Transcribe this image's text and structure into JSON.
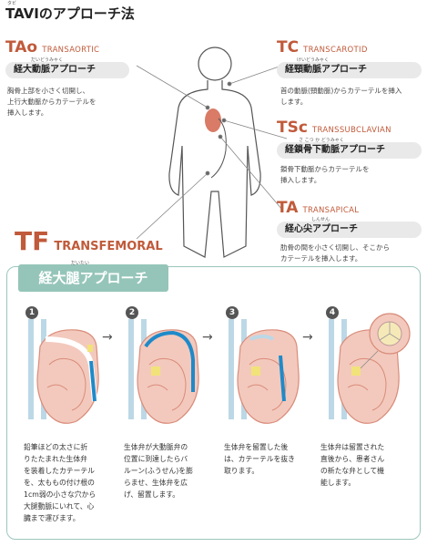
{
  "title": "TAVIのアプローチ法",
  "title_ruby": "タビ",
  "approaches": {
    "tao": {
      "code": "TAo",
      "sub": "TRANSAORTIC",
      "name": "経大動脈アプローチ",
      "ruby": "だいどうみゃく",
      "desc": [
        "胸骨上部を小さく切開し、",
        "上行大動脈からカテーテルを",
        "挿入します。"
      ]
    },
    "tc": {
      "code": "TC",
      "sub": "TRANSCAROTID",
      "name": "経頸動脈アプローチ",
      "ruby": "けいどうみゃく",
      "desc": [
        "首の動脈(頸動脈)からカテーテルを挿入",
        "します。"
      ]
    },
    "tsc": {
      "code": "TSc",
      "sub": "TRANSSUBCLAVIAN",
      "name": "経鎖骨下動脈アプローチ",
      "ruby": "さ こつ か どうみゃく",
      "desc": [
        "鎖骨下動脈からカテーテルを",
        "挿入します。"
      ]
    },
    "ta": {
      "code": "TA",
      "sub": "TRANSAPICAL",
      "name": "経心尖アプローチ",
      "ruby": "しんせん",
      "desc": [
        "肋骨の間を小さく切開し、そこから",
        "カテーテルを挿入します。"
      ]
    },
    "tf": {
      "code": "TF",
      "sub": "TRANSFEMORAL",
      "name": "経大腿アプローチ",
      "ruby": "だいたい"
    }
  },
  "steps": [
    {
      "num": "1",
      "desc": [
        "鉛筆ほどの太さに折",
        "りたたまれた生体弁",
        "を装着したカテーテル",
        "を、太ももの付け根の",
        "1cm弱の小さな穴から",
        "大腿動脈にいれて、心",
        "臓まで運びます。"
      ]
    },
    {
      "num": "2",
      "desc": [
        "生体弁が大動脈弁の",
        "位置に到達したらバ",
        "ルーン(ふうせん)を膨",
        "らませ、生体弁を広",
        "げ、留置します。"
      ]
    },
    {
      "num": "3",
      "desc": [
        "生体弁を留置した後",
        "は、カテーテルを抜き",
        "取ります。"
      ]
    },
    {
      "num": "4",
      "desc": [
        "生体弁は留置された",
        "直後から、患者さん",
        "の新たな弁として機",
        "能します。"
      ]
    }
  ],
  "arrow_glyph": "→",
  "colors": {
    "accent": "#c05a3a",
    "teal": "#95c5b9",
    "heart": "#f3c9bd",
    "catheter": "#1f8ac9"
  }
}
